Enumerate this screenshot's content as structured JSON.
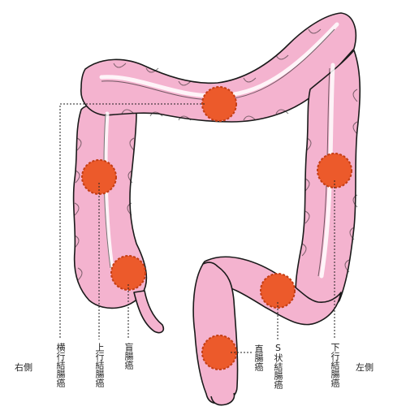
{
  "sides": {
    "right": "右側",
    "left": "左側"
  },
  "labels": {
    "transverse": "横行結腸癌",
    "ascending": "上行結腸癌",
    "cecum": "盲腸癌",
    "rectum": "直腸癌",
    "sigmoid": "S状結腸癌",
    "descending": "下行結腸癌"
  },
  "colors": {
    "colon_fill": "#f4b3cf",
    "colon_outline": "#1a1a1a",
    "tumor_fill": "#ec5a2b",
    "tumor_dark": "#c43d13",
    "leader_line": "#222222"
  }
}
